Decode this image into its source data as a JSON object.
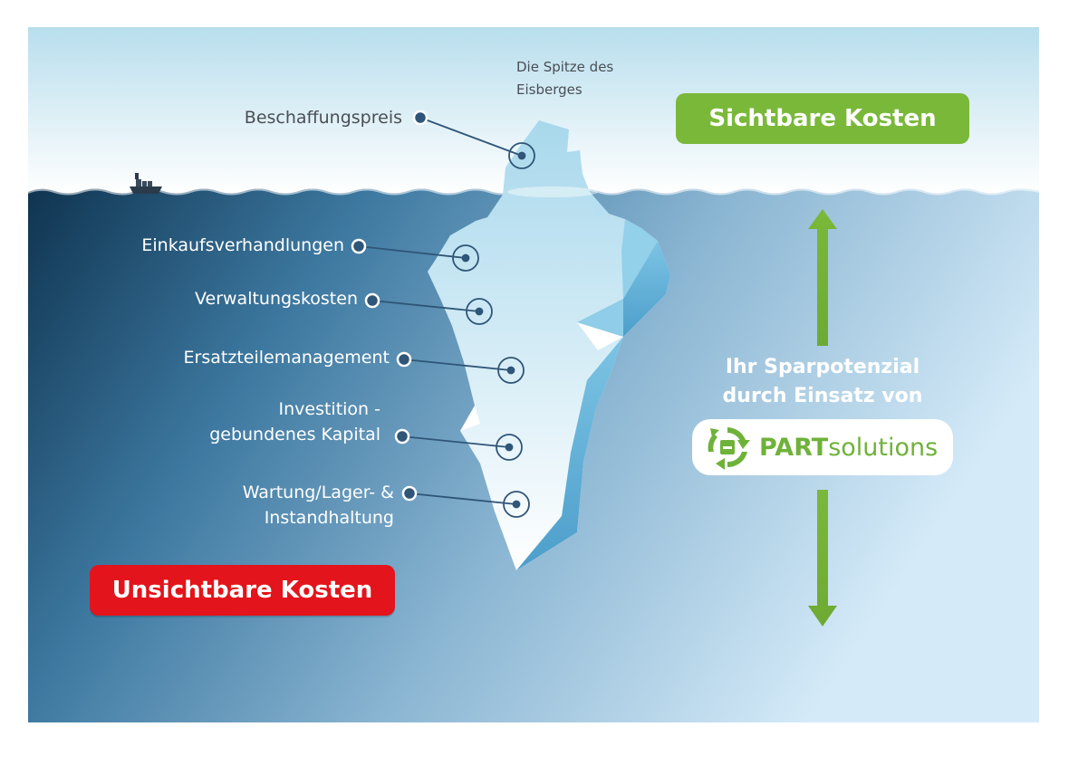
{
  "tip": {
    "line1": "Die Spitze des",
    "line2": "Eisberges"
  },
  "badges": {
    "visible_costs": "Sichtbare Kosten",
    "invisible_costs": "Unsichtbare Kosten"
  },
  "items": {
    "procurement": "Beschaffungspreis",
    "negotiations": "Einkaufsverhandlungen",
    "administration": "Verwaltungskosten",
    "spare_parts": "Ersatzteilemanagement",
    "investment_1": "Investition -",
    "investment_2": "gebundenes Kapital",
    "maintenance_1": "Wartung/Lager- &",
    "maintenance_2": "Instandhaltung"
  },
  "savings": {
    "line1": "Ihr Sparpotenzial",
    "line2": "durch Einsatz von"
  },
  "logo": {
    "bold": "PART",
    "light": "solutions"
  },
  "colors": {
    "green": "#7ab83a",
    "red": "#e3141b",
    "deep_sea": "#0f3450",
    "sky": "#b9dfee"
  },
  "icons": {
    "ship": "cargo-ship-icon",
    "arrow_up": "arrow-up-icon",
    "arrow_down": "arrow-down-icon",
    "logo": "partsolutions-logo-icon"
  }
}
